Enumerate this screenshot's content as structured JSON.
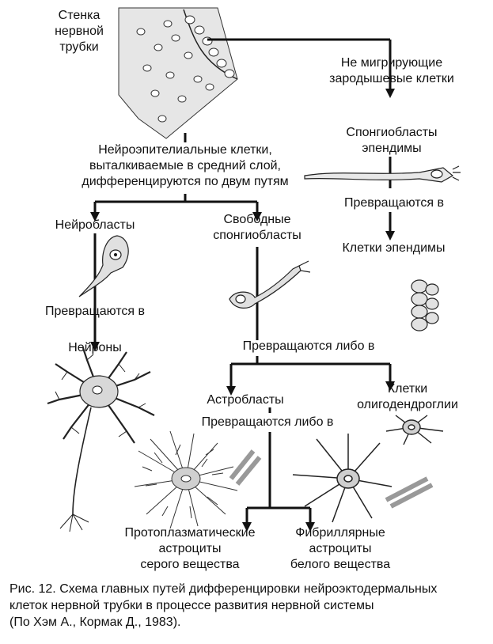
{
  "labels": {
    "tube_wall": [
      "Стенка",
      "нервной",
      "трубки"
    ],
    "nonmigrating": [
      "Не мигрирующие",
      "зародышевые клетки"
    ],
    "ependyma_spongio": [
      "Спонгиобласты",
      "эпендимы"
    ],
    "neuroepithelial": [
      "Нейроэпителиальные клетки,",
      "выталкиваемые в средний слой,",
      "дифференцируются по двум путям"
    ],
    "turn_into_ependyma": "Превращаются в",
    "ependyma_cells": "Клетки эпендимы",
    "neuroblasts": "Нейробласты",
    "free_spongio": [
      "Свободные",
      "спонгиобласты"
    ],
    "turn_into_neurons": "Превращаются в",
    "neurons": "Нейроны",
    "turn_either": "Превращаются либо в",
    "astroblasts": "Астробласты",
    "oligo": [
      "Клетки",
      "олигодендроглии"
    ],
    "turn_either2": "Превращаются либо в",
    "protoplasmic": [
      "Протоплазматические",
      "астроциты",
      "серого вещества"
    ],
    "fibrillar": [
      "Фибриллярные",
      "астроциты",
      "белого вещества"
    ]
  },
  "caption": [
    "Рис. 12. Схема главных путей дифференцировки нейроэктодермальных",
    "клеток нервной трубки в процессе развития нервной системы",
    "(По Хэм А., Кормак Д., 1983)."
  ],
  "colors": {
    "ink": "#111111",
    "background": "#ffffff"
  }
}
